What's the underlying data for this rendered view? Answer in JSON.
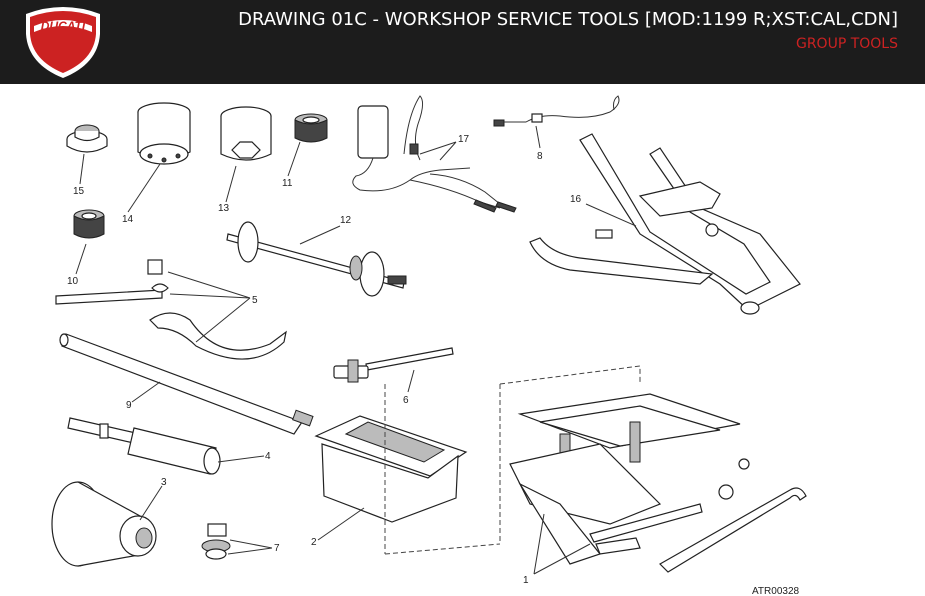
{
  "header": {
    "logo_text": "DUCATI",
    "title": "DRAWING 01C - WORKSHOP SERVICE TOOLS [MOD:1199 R;XST:CAL,CDN]",
    "subtitle": "GROUP TOOLS"
  },
  "colors": {
    "header_bg": "#1c1c1c",
    "brand_red": "#cc2222"
  },
  "diagram": {
    "callouts": [
      "15",
      "14",
      "13",
      "11",
      "17",
      "8",
      "16",
      "12",
      "10",
      "5",
      "9",
      "6",
      "4",
      "3",
      "2",
      "7",
      "1"
    ],
    "reference_code": "ATR00328"
  }
}
